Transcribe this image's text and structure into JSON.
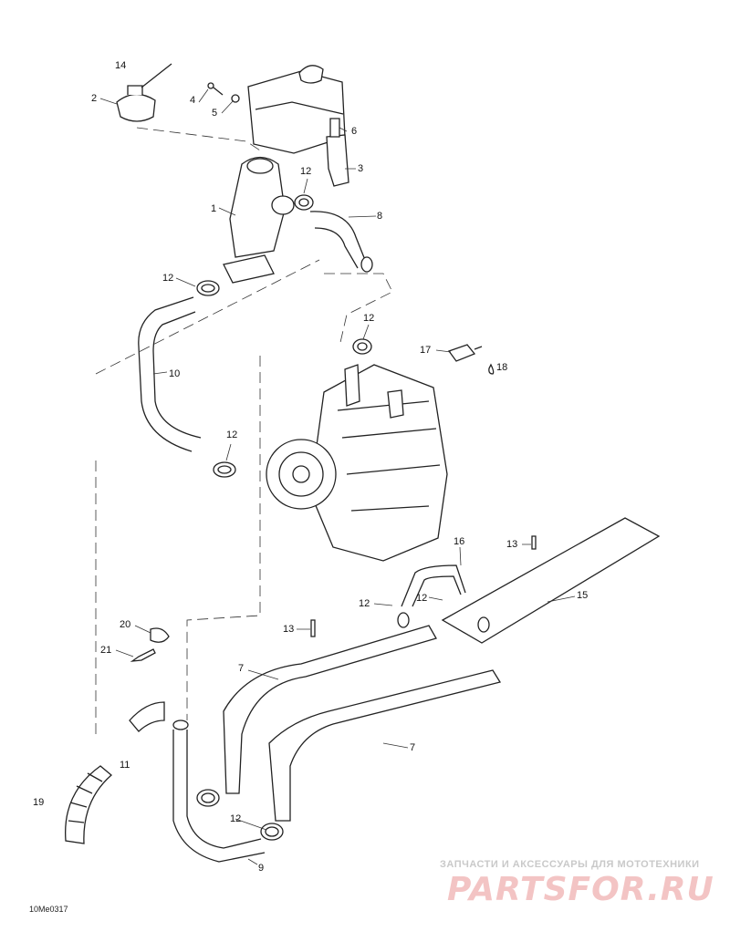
{
  "diagram": {
    "callouts": [
      {
        "id": "c14",
        "text": "14"
      },
      {
        "id": "c2",
        "text": "2"
      },
      {
        "id": "c4",
        "text": "4"
      },
      {
        "id": "c5",
        "text": "5"
      },
      {
        "id": "c6",
        "text": "6"
      },
      {
        "id": "c3",
        "text": "3"
      },
      {
        "id": "c12a",
        "text": "12"
      },
      {
        "id": "c1",
        "text": "1"
      },
      {
        "id": "c8",
        "text": "8"
      },
      {
        "id": "c12b",
        "text": "12"
      },
      {
        "id": "c12c",
        "text": "12"
      },
      {
        "id": "c17",
        "text": "17"
      },
      {
        "id": "c18",
        "text": "18"
      },
      {
        "id": "c10",
        "text": "10"
      },
      {
        "id": "c12d",
        "text": "12"
      },
      {
        "id": "c16",
        "text": "16"
      },
      {
        "id": "c13a",
        "text": "13"
      },
      {
        "id": "c15",
        "text": "15"
      },
      {
        "id": "c12e",
        "text": "12"
      },
      {
        "id": "c12f",
        "text": "12"
      },
      {
        "id": "c20",
        "text": "20"
      },
      {
        "id": "c13b",
        "text": "13"
      },
      {
        "id": "c21",
        "text": "21"
      },
      {
        "id": "c7a",
        "text": "7"
      },
      {
        "id": "c7b",
        "text": "7"
      },
      {
        "id": "c11",
        "text": "11"
      },
      {
        "id": "c19",
        "text": "19"
      },
      {
        "id": "c12g",
        "text": "12"
      },
      {
        "id": "c9",
        "text": "9"
      }
    ],
    "drawing_code": "10Me0317"
  },
  "watermark": {
    "tagline": "ЗАПЧАСТИ И АКСЕССУАРЫ ДЛЯ МОТОТЕХНИКИ",
    "logo": "PARTSFOR.RU"
  }
}
